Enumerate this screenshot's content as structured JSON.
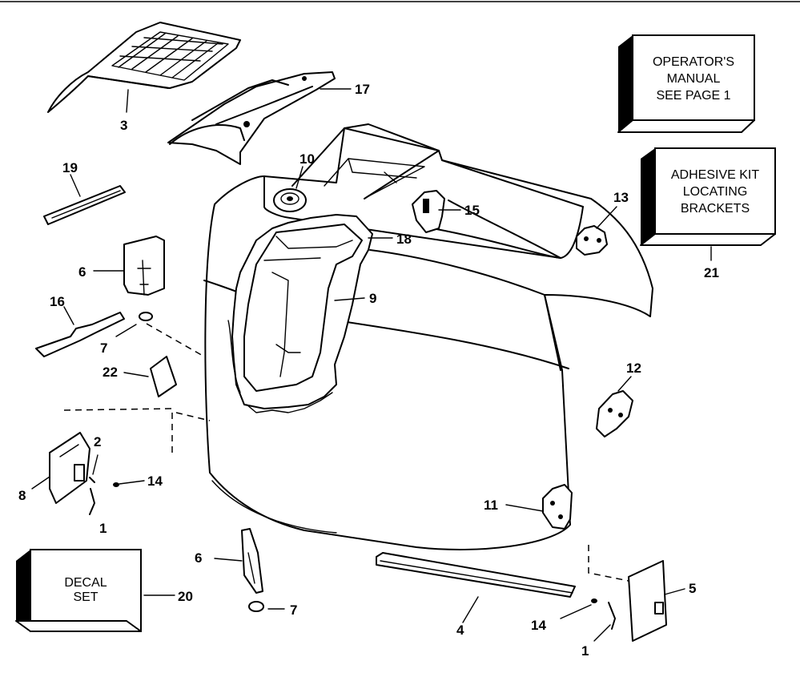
{
  "callouts": {
    "c3": "3",
    "c17": "17",
    "c19": "19",
    "c10": "10",
    "c15": "15",
    "c18": "18",
    "c13": "13",
    "c21": "21",
    "c6a": "6",
    "c16": "16",
    "c7a": "7",
    "c9": "9",
    "c22": "22",
    "c12": "12",
    "c2": "2",
    "c8": "8",
    "c14a": "14",
    "c1a": "1",
    "c11": "11",
    "c6b": "6",
    "c20": "20",
    "c7b": "7",
    "c4": "4",
    "c14b": "14",
    "c1b": "1",
    "c5": "5"
  },
  "boxes": {
    "operators_manual": [
      "OPERATOR'S",
      "MANUAL",
      "SEE PAGE 1"
    ],
    "adhesive_kit": [
      "ADHESIVE KIT",
      "LOCATING",
      "BRACKETS"
    ],
    "decal_set": [
      "DECAL",
      "SET"
    ]
  },
  "colors": {
    "line": "#000000",
    "background": "#ffffff"
  }
}
